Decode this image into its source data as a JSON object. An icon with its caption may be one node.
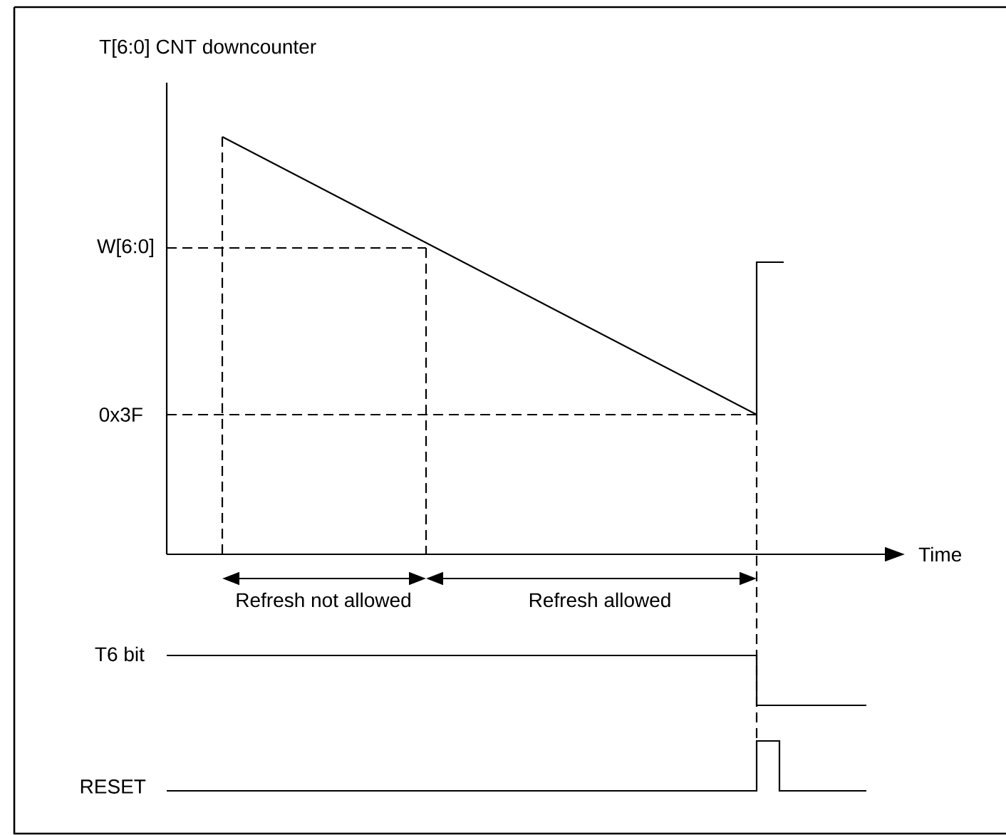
{
  "diagram": {
    "labels": [
      "T[6:0] CNT downcounter",
      "W[6:0]",
      "0x3F",
      "Time",
      "Refresh not allowed",
      "Refresh allowed",
      "T6 bit",
      "RESET"
    ]
  }
}
